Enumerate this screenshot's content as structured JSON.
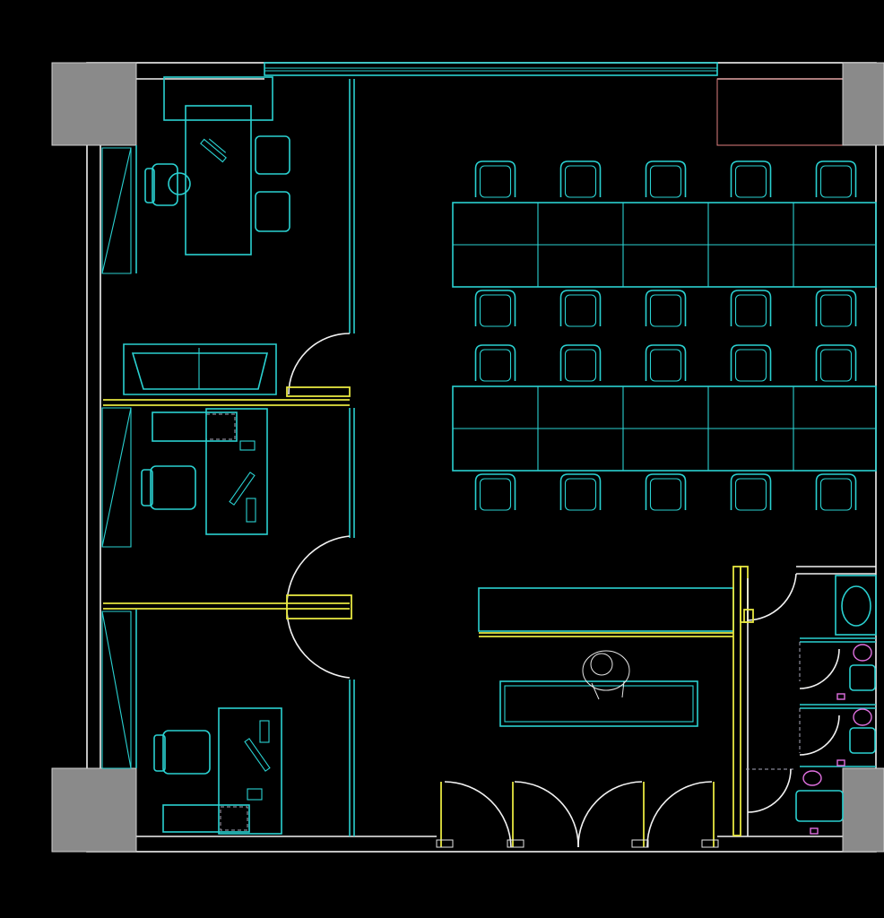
{
  "drawing": {
    "type": "office floor plan",
    "colors": {
      "background": "#000000",
      "furniture": "#2ad1d1",
      "walls": "#f2f2f2",
      "doors": "#e6e640",
      "columns": "#8a8a8a",
      "sanitary": "#e070e0"
    },
    "rooms": [
      "private-office",
      "lounge",
      "office-2",
      "office-3",
      "open-workspace",
      "reception",
      "restrooms"
    ]
  }
}
